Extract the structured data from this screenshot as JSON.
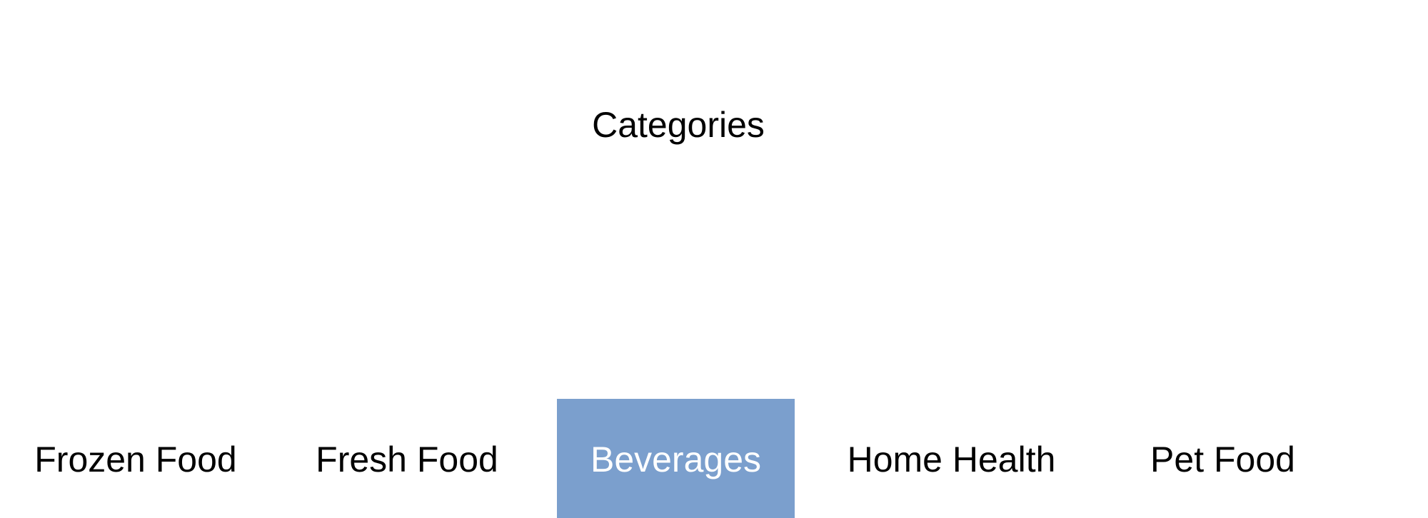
{
  "header": {
    "title": "Categories"
  },
  "tabs": [
    {
      "label": "Frozen Food",
      "selected": false
    },
    {
      "label": "Fresh Food",
      "selected": false
    },
    {
      "label": "Beverages",
      "selected": true
    },
    {
      "label": "Home Health",
      "selected": false
    },
    {
      "label": "Pet Food",
      "selected": false
    }
  ],
  "colors": {
    "selected_tab_background": "#7b9fcd",
    "selected_tab_text": "#ffffff",
    "text": "#000000",
    "background": "#ffffff"
  }
}
